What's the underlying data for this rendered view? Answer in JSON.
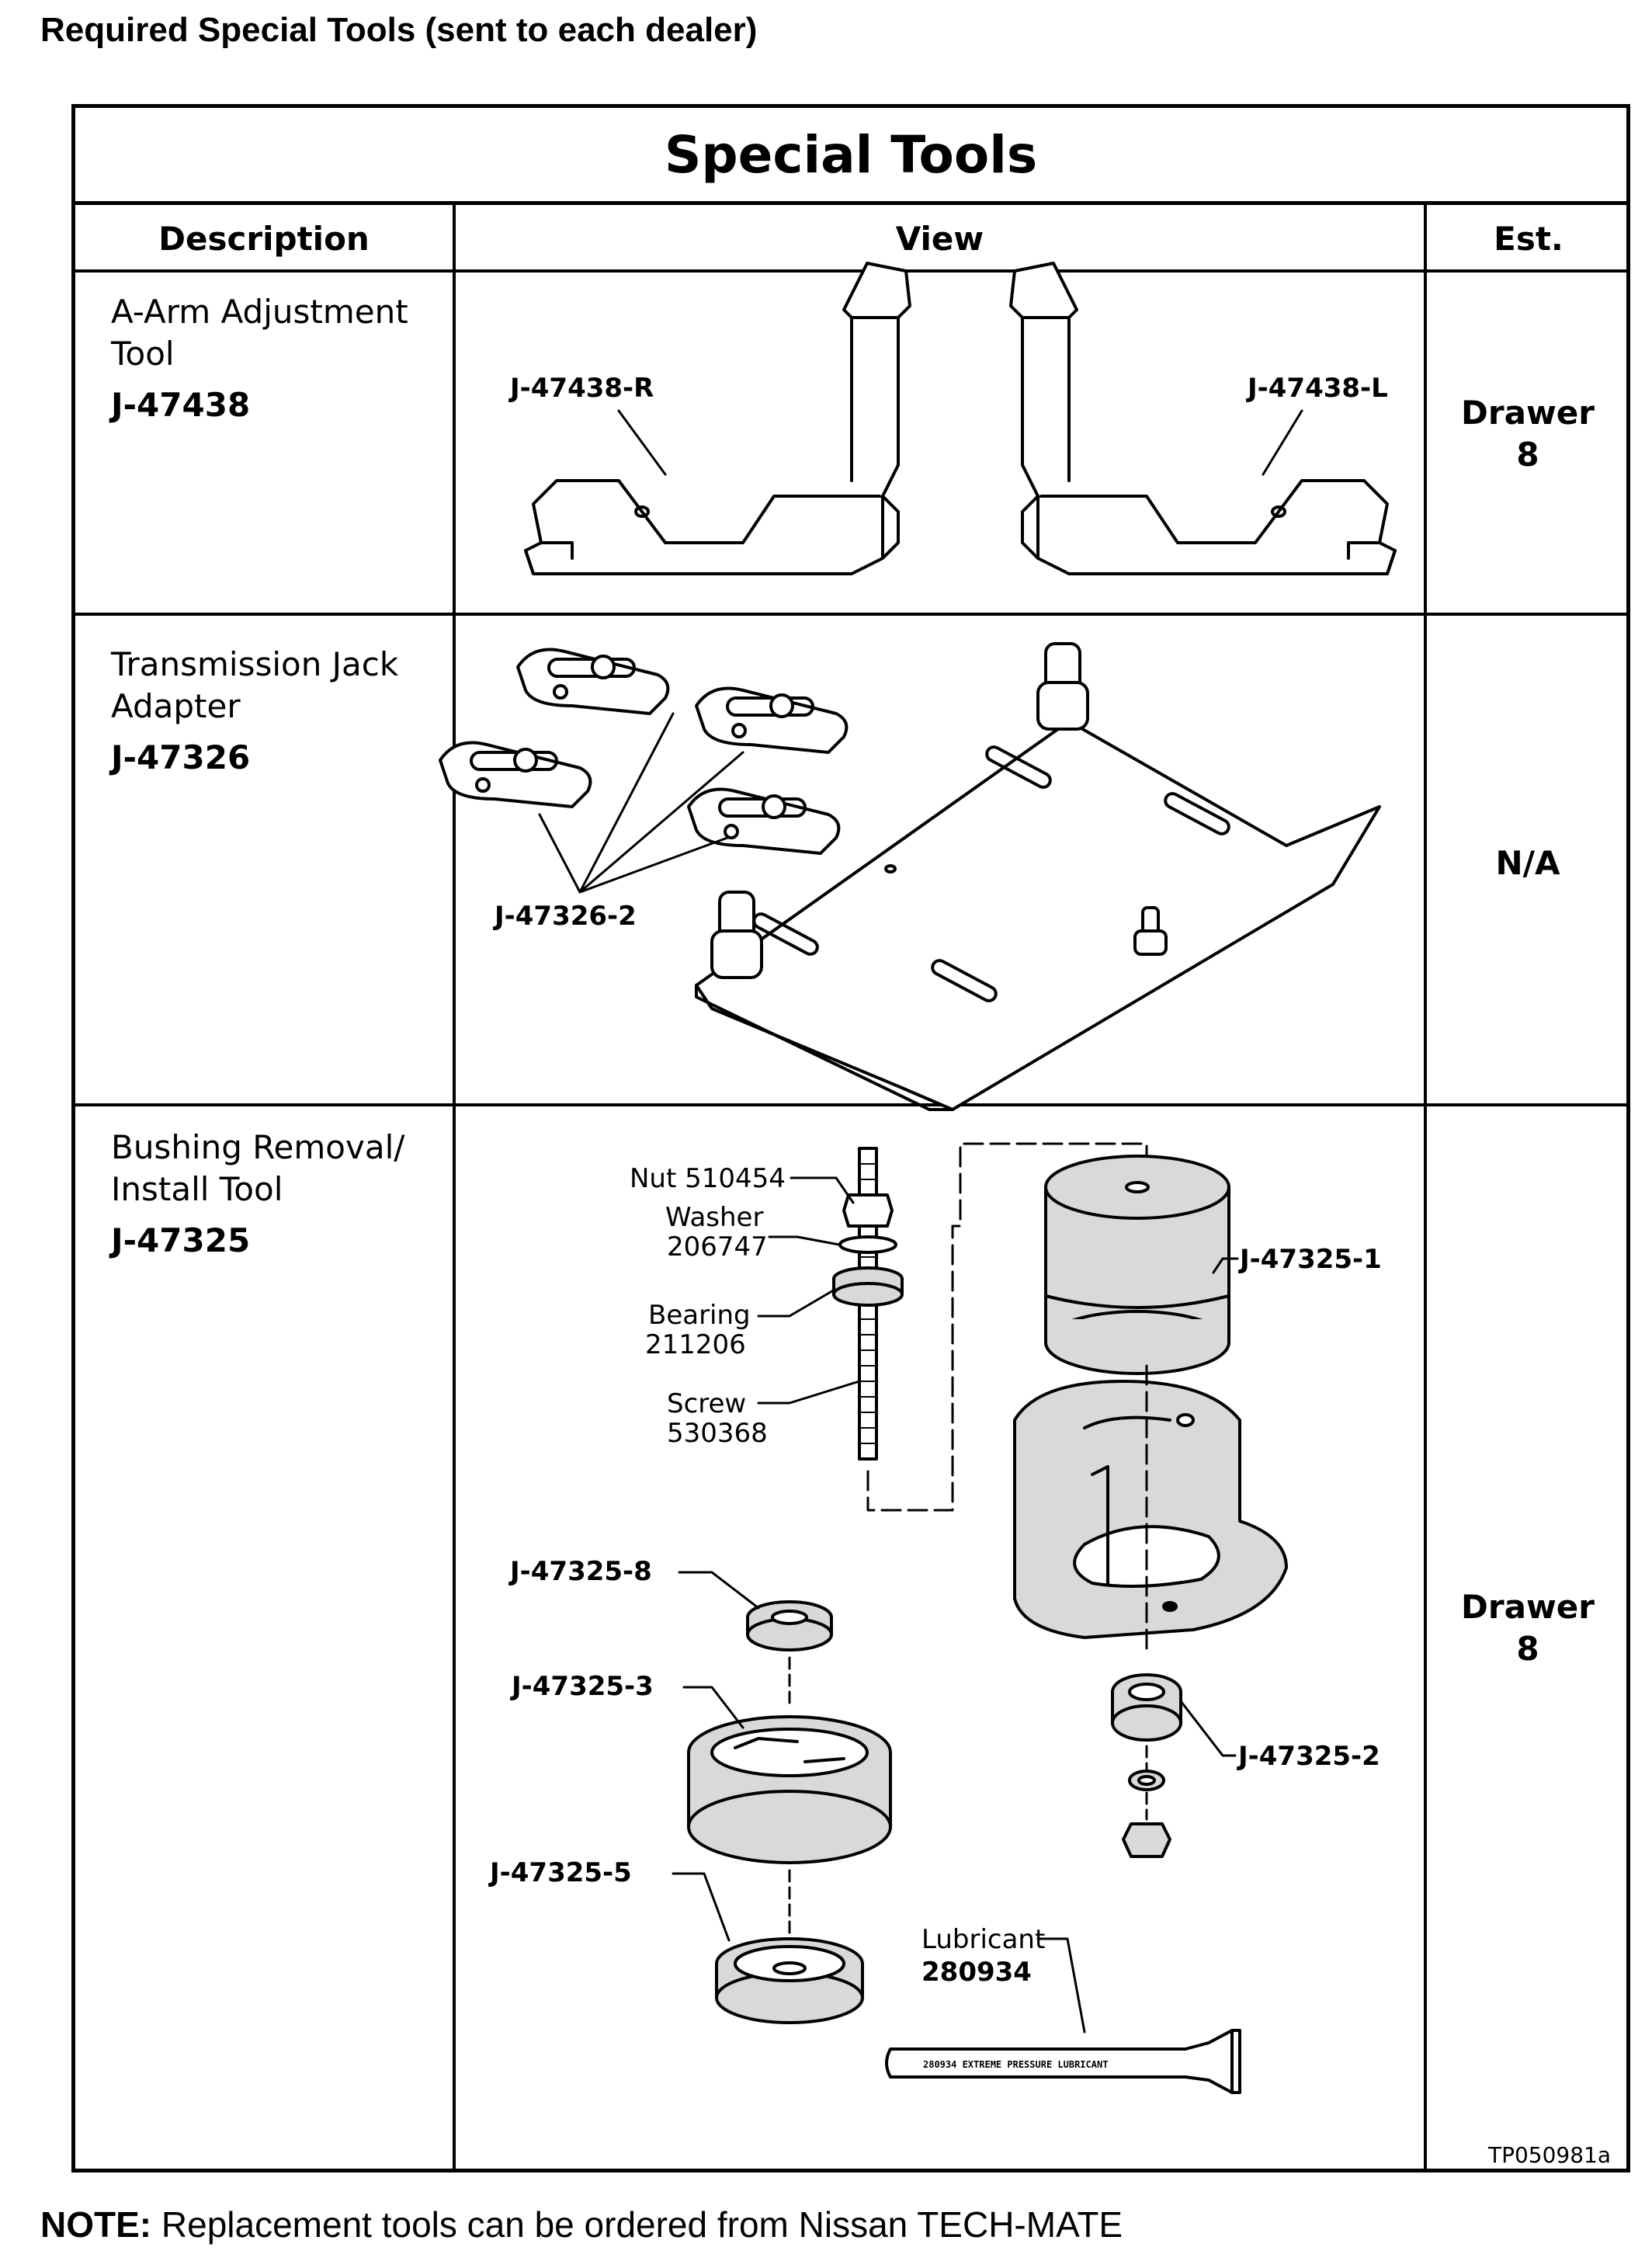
{
  "page": {
    "heading": "Required Special Tools (sent to each dealer)",
    "note_label": "NOTE:",
    "note_text": " Replacement tools can be ordered from Nissan TECH-MATE"
  },
  "table": {
    "title": "Special Tools",
    "columns": {
      "description": "Description",
      "view": "View",
      "est": "Est."
    },
    "rows": [
      {
        "name": "A-Arm Adjustment\nTool",
        "part": "J-47438",
        "est": "Drawer\n8",
        "callouts": [
          "J-47438-R",
          "J-47438-L"
        ]
      },
      {
        "name": "Transmission Jack\nAdapter",
        "part": "J-47326",
        "est": "N/A",
        "callouts": [
          "J-47326-2"
        ]
      },
      {
        "name": "Bushing Removal/\nInstall Tool",
        "part": "J-47325",
        "est": "Drawer\n8",
        "callouts": {
          "nut": "Nut 510454",
          "washer_label": "Washer",
          "washer_num": "206747",
          "bearing_label": "Bearing",
          "bearing_num": "211206",
          "screw_label": "Screw",
          "screw_num": "530368",
          "p1": "J-47325-1",
          "p8": "J-47325-8",
          "p3": "J-47325-3",
          "p2": "J-47325-2",
          "p5": "J-47325-5",
          "lubricant_label": "Lubricant",
          "lubricant_num": "280934",
          "tube_text": "280934 EXTREME PRESSURE LUBRICANT"
        }
      }
    ],
    "figure_id": "TP050981a"
  },
  "colors": {
    "ink": "#000000",
    "part_fill": "#d9d9d9",
    "paper": "#ffffff"
  }
}
